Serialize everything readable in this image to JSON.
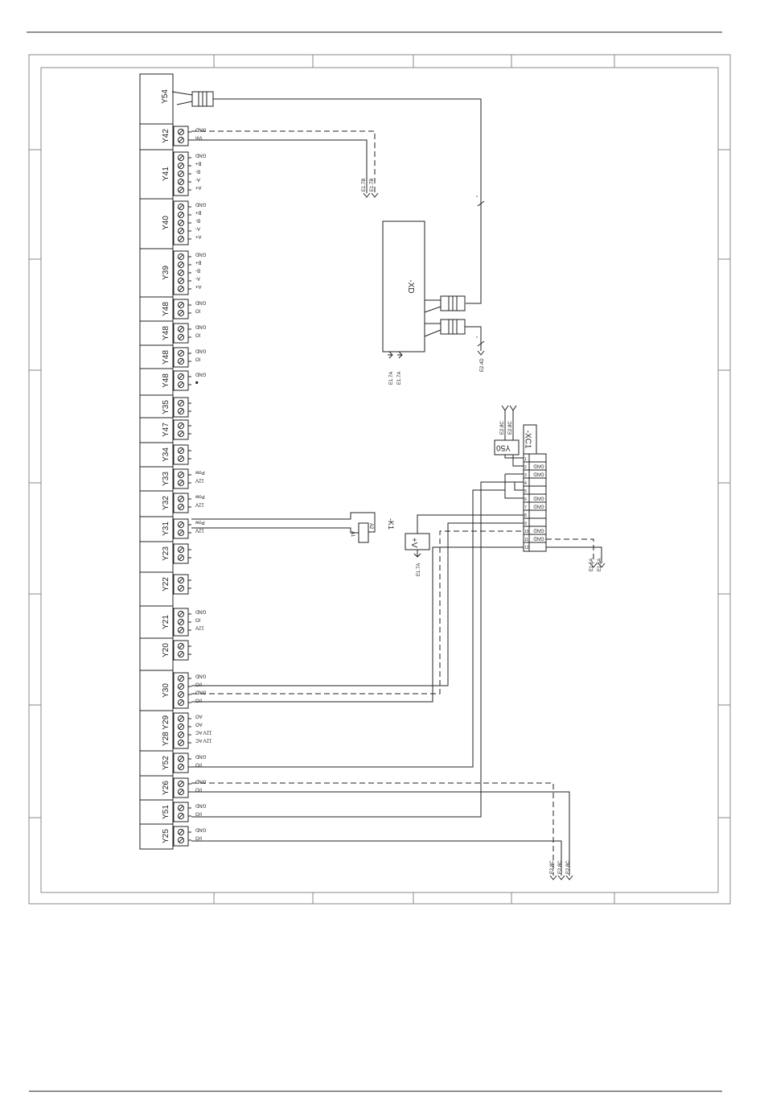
{
  "connectors": [
    {
      "id": "Y42",
      "pins": [
        "GND",
        "Vin"
      ]
    },
    {
      "id": "Y41",
      "pins": [
        "GND",
        "B+",
        "B-",
        "A-",
        "A+"
      ]
    },
    {
      "id": "Y40",
      "pins": [
        "GND",
        "B+",
        "B-",
        "A-",
        "A+"
      ]
    },
    {
      "id": "Y39",
      "pins": [
        "GND",
        "B+",
        "B-",
        "A-",
        "A+"
      ]
    },
    {
      "id": "Y48",
      "pins": [
        "GND",
        "IO"
      ]
    },
    {
      "id": "Y48",
      "pins": [
        "GND",
        "IO"
      ]
    },
    {
      "id": "Y48",
      "pins": [
        "GND",
        "IO"
      ]
    },
    {
      "id": "Y48",
      "pins": [
        "GND",
        "■"
      ]
    },
    {
      "id": "Y35",
      "pins": []
    },
    {
      "id": "Y47",
      "pins": []
    },
    {
      "id": "Y34",
      "pins": []
    },
    {
      "id": "Y33",
      "pins": [
        "Pow",
        "12V"
      ]
    },
    {
      "id": "Y32",
      "pins": [
        "Pow",
        "12V"
      ]
    },
    {
      "id": "Y31",
      "pins": [
        "Pow",
        "12V"
      ]
    },
    {
      "id": "Y23",
      "pins": []
    },
    {
      "id": "Y22",
      "pins": []
    },
    {
      "id": "Y21",
      "pins": [
        "GND",
        "IO",
        "12V"
      ]
    },
    {
      "id": "Y20",
      "pins": []
    },
    {
      "id": "Y30",
      "pins": [
        "GND",
        "I/O",
        "GND",
        "I/O"
      ]
    },
    {
      "id": "Y28 Y29",
      "pins": [
        "AO",
        "AO",
        "12V AC",
        "12V AC"
      ]
    },
    {
      "id": "Y52",
      "pins": [
        "GND",
        "I/O"
      ]
    },
    {
      "id": "Y26",
      "pins": [
        "GND",
        "I/O"
      ]
    },
    {
      "id": "Y51",
      "pins": [
        "GND",
        "I/O"
      ]
    },
    {
      "id": "Y25",
      "pins": [
        "GND",
        "I/O"
      ]
    }
  ],
  "top_connector": "Y54",
  "xd_box": "-XD",
  "xc1": {
    "label": "-XC1",
    "terminals": [
      {
        "num": "1",
        "name": ""
      },
      {
        "num": "2",
        "name": "GND"
      },
      {
        "num": "3",
        "name": "GND"
      },
      {
        "num": "4",
        "name": ""
      },
      {
        "num": "5",
        "name": ""
      },
      {
        "num": "6",
        "name": "GND"
      },
      {
        "num": "7",
        "name": "GND"
      },
      {
        "num": "8",
        "name": ""
      },
      {
        "num": "9",
        "name": ""
      },
      {
        "num": "10",
        "name": "GND"
      },
      {
        "num": "11",
        "name": "GND"
      },
      {
        "num": "12",
        "name": ""
      }
    ]
  },
  "y50": "Y50",
  "k1": {
    "label": "-K1",
    "a1": "A1",
    "a2": "A2"
  },
  "power_symbol": "+V",
  "refs": {
    "y42_a": "E1.7B",
    "y42_b": "E1.7B",
    "xd_a": "E1.7A",
    "xd_b": "E1.7A",
    "xd_c": "E2.4D",
    "y50_a": "E2.8C",
    "y50_b": "E2.8C",
    "pwr": "E1.7A",
    "xc1_a": "E1.5A",
    "xc1_b": "E1.5A",
    "bot_a": "E2.8C",
    "bot_b": "E2.8C",
    "bot_c": "E2.8C"
  }
}
